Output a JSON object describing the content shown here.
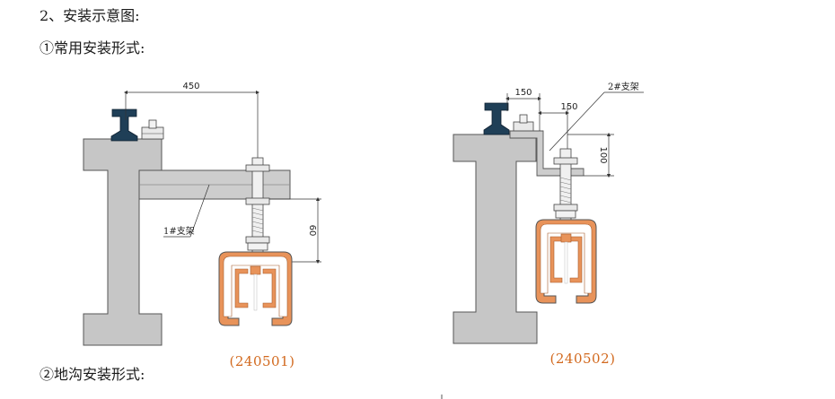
{
  "headings": {
    "section": "2、安装示意图:",
    "common": "①常用安装形式:",
    "trench": "②地沟安装形式:"
  },
  "diagram_left": {
    "dim_horizontal": "450",
    "dim_vertical": "60",
    "bracket_label": "1#支架",
    "model_code": "(240501)"
  },
  "diagram_right": {
    "dim_left": "150",
    "dim_right": "150",
    "dim_vertical": "100",
    "bracket_label": "2#支架",
    "model_code": "(240502)"
  },
  "colors": {
    "concrete": "#c6c6c6",
    "rail": "#1f3f57",
    "conductor": "#e8935a",
    "line": "#333333"
  }
}
